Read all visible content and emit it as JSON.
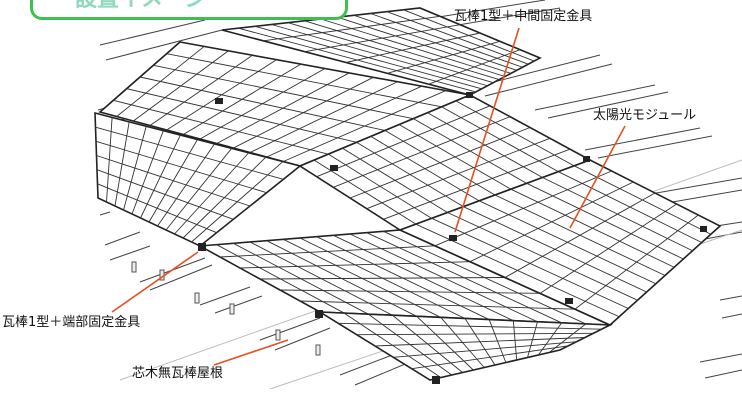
{
  "tag": {
    "label": "設置イメージ"
  },
  "callouts": {
    "middle_clamp": "瓦棒1型＋中間固定金具",
    "solar_module": "太陽光モジュール",
    "end_clamp": "瓦棒1型＋端部固定金具",
    "roof": "芯木無瓦棒屋根"
  },
  "colors": {
    "leader": "#e8501e",
    "tag_border": "#3fbf4f",
    "line": "#333333"
  }
}
